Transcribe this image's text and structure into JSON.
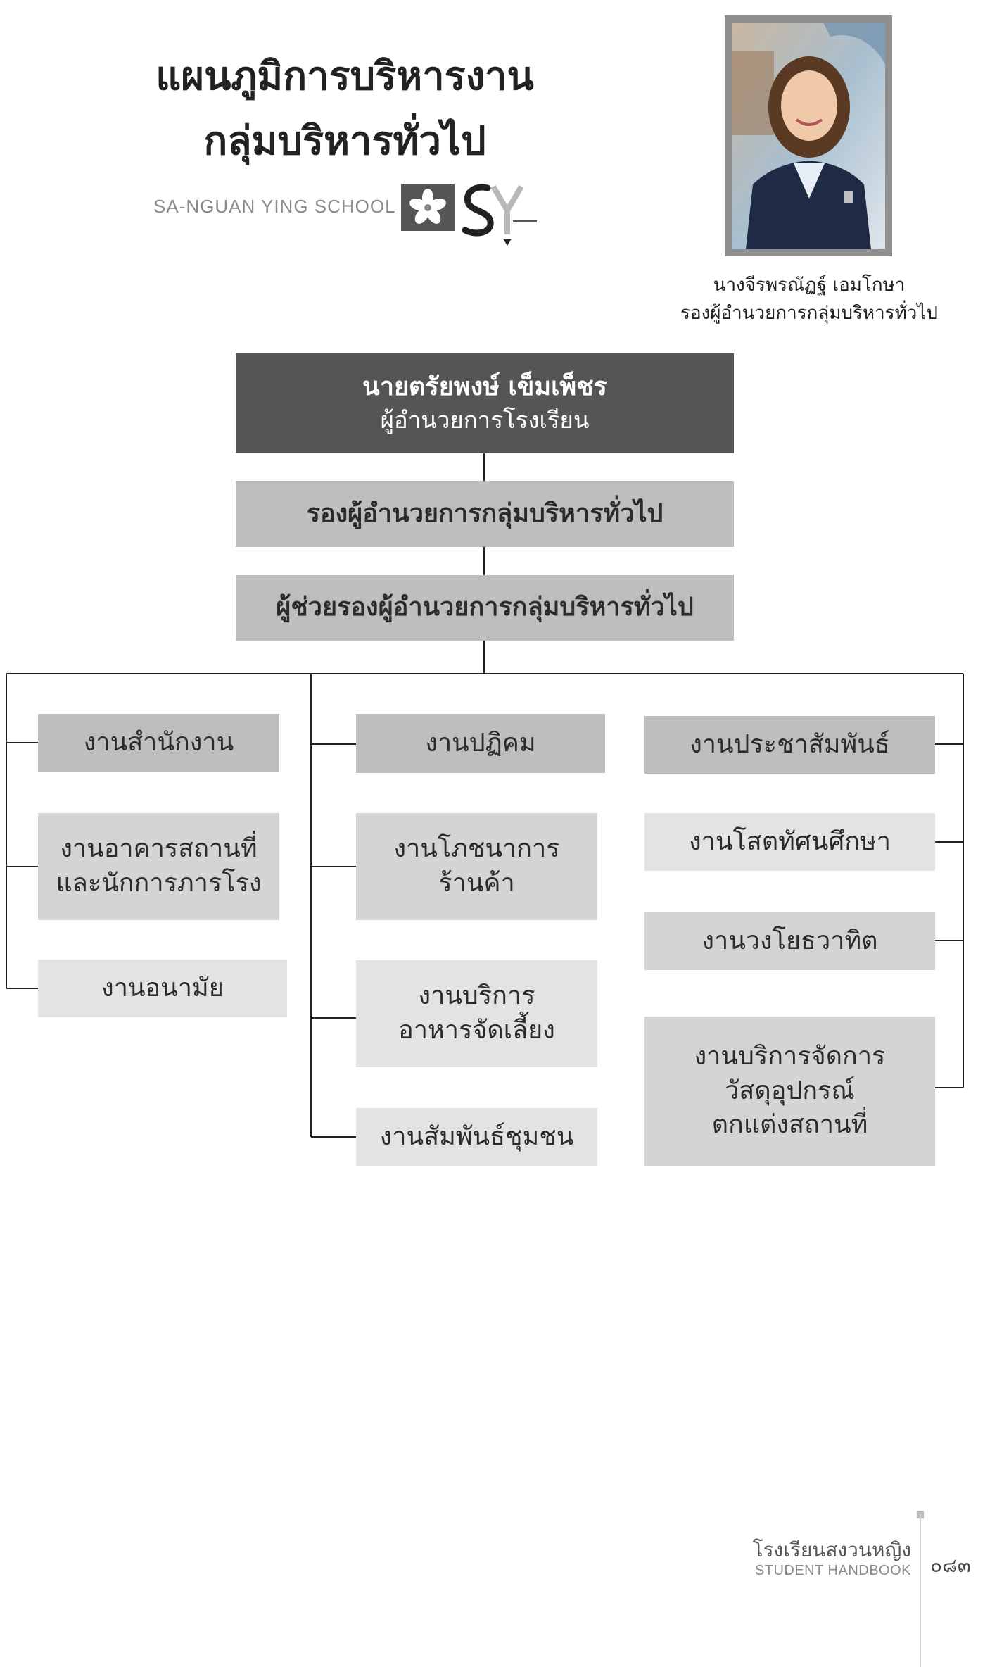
{
  "header": {
    "title_line1": "แผนภูมิการบริหารงาน",
    "title_line2": "กลุ่มบริหารทั่วไป",
    "school_name": "SA-NGUAN YING SCHOOL",
    "logo_icons": [
      "flower-logo-icon",
      "sy-logo-icon"
    ]
  },
  "person": {
    "name": "นางจีรพรณัฏฐ์ เอมโกษา",
    "role": "รองผู้อำนวยการกลุ่มบริหารทั่วไป"
  },
  "chart": {
    "director": {
      "name": "นายตรัยพงษ์ เข็มเพ็ชร",
      "role": "ผู้อำนวยการโรงเรียน"
    },
    "deputy": "รองผู้อำนวยการกลุ่มบริหารทั่วไป",
    "assistant": "ผู้ช่วยรองผู้อำนวยการกลุ่มบริหารทั่วไป",
    "col1": {
      "office": "งานสำนักงาน",
      "building_l1": "งานอาคารสถานที่",
      "building_l2": "และนักการภารโรง",
      "health": "งานอนามัย"
    },
    "col2": {
      "calendar": "งานปฏิคม",
      "canteen_l1": "งานโภชนาการ",
      "canteen_l2": "ร้านค้า",
      "catering_l1": "งานบริการ",
      "catering_l2": "อาหารจัดเลี้ยง",
      "community": "งานสัมพันธ์ชุมชน"
    },
    "col3": {
      "pr": "งานประชาสัมพันธ์",
      "av": "งานโสตทัศนศึกษา",
      "radio": "งานวงโยธวาทิต",
      "supplies_l1": "งานบริการจัดการ",
      "supplies_l2": "วัสดุอุปกรณ์",
      "supplies_l3": "ตกแต่งสถานที่"
    }
  },
  "footer": {
    "school_th": "โรงเรียนสงวนหญิง",
    "handbook": "STUDENT HANDBOOK",
    "page_number": "๐๘๓"
  },
  "colors": {
    "dark_box": "#555555",
    "mid_box": "#bdbec0",
    "light_box": "#d3d4d6",
    "pale_box": "#e2e3e5",
    "line": "#222222"
  }
}
